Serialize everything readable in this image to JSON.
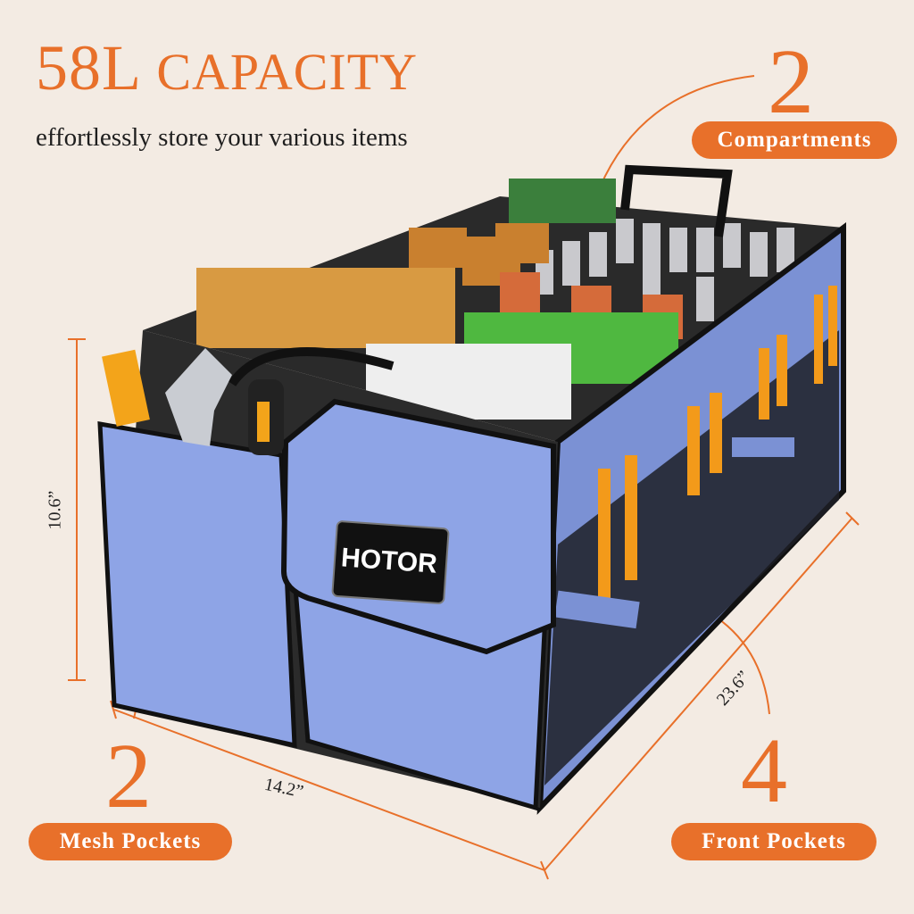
{
  "headline": {
    "number": "58L",
    "word": "CAPACITY",
    "subtitle": "effortlessly store your various items"
  },
  "callouts": [
    {
      "count": "2",
      "label": "Compartments"
    },
    {
      "count": "2",
      "label": "Mesh Pockets"
    },
    {
      "count": "4",
      "label": "Front Pockets"
    }
  ],
  "dimensions": {
    "height": "10.6”",
    "width": "14.2”",
    "length": "23.6”"
  },
  "product": {
    "brand": "HOTOR",
    "body_color": "#8ea4e6",
    "trim_color": "#111111"
  },
  "colors": {
    "accent": "#e8702a",
    "background": "#f3ebe3"
  }
}
